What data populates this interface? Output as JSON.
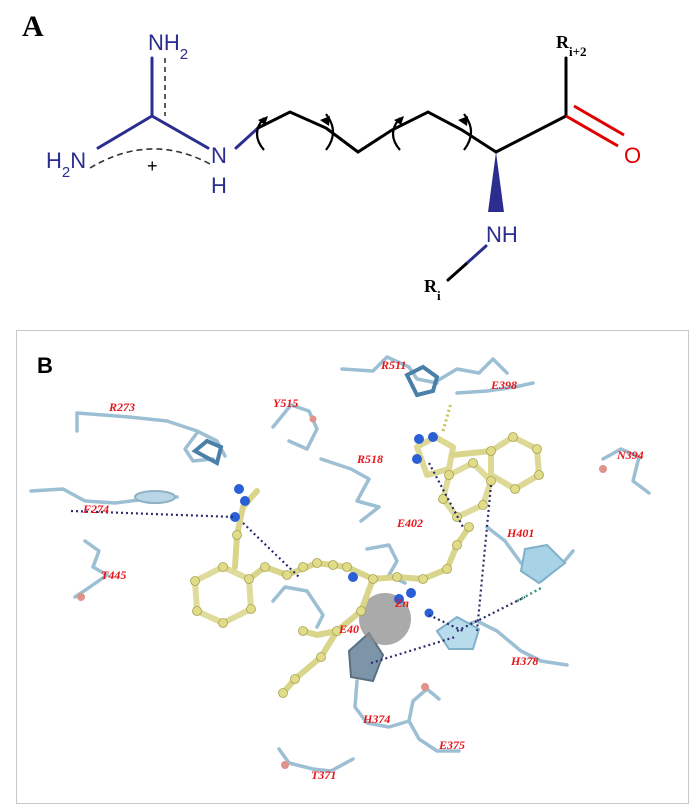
{
  "panel_a": {
    "label": "A",
    "nh2_top": "NH2",
    "nh2_left": "H2N",
    "charge": "+",
    "n_atom": "N",
    "h_atom": "H",
    "r_top": "Ri+2",
    "oxygen": "O",
    "nh": "NH",
    "r_bottom": "Ri"
  },
  "panel_b": {
    "label": "B",
    "residues": [
      "R511",
      "E398",
      "R273",
      "Y515",
      "R518",
      "N394",
      "F274",
      "E402",
      "H401",
      "T445",
      "Zn",
      "E40",
      "H378",
      "H374",
      "E375",
      "T371"
    ]
  },
  "colors": {
    "blue": "#2b2d8f",
    "red": "#e00000",
    "residue_label": "#e8141a",
    "ligand": "#d9d58a",
    "protein_stick": "#9cbfd3"
  }
}
